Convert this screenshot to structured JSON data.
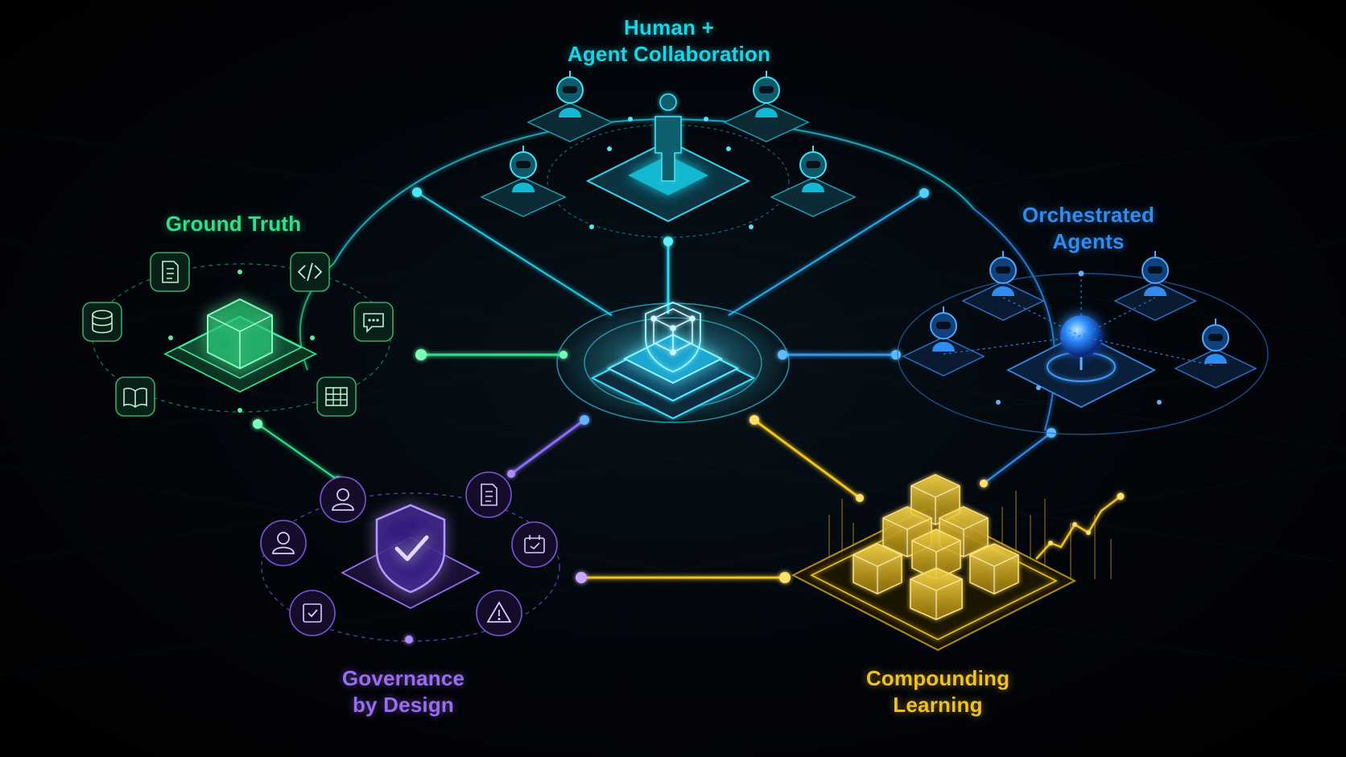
{
  "nodes": {
    "collaboration": {
      "title_line1": "Human +",
      "title_line2": "Agent Collaboration",
      "color": "#19d6e6"
    },
    "ground_truth": {
      "title": "Ground Truth",
      "color": "#2fe08a",
      "icons": [
        "document-icon",
        "code-icon",
        "database-icon",
        "chat-icon",
        "book-icon",
        "table-icon",
        "cube-icon"
      ]
    },
    "orchestrated": {
      "title_line1": "Orchestrated",
      "title_line2": "Agents",
      "color": "#2f8cf0",
      "icons": [
        "robot-icon",
        "robot-icon",
        "robot-icon",
        "robot-icon",
        "orb-icon"
      ]
    },
    "governance": {
      "title_line1": "Governance",
      "title_line2": "by Design",
      "color": "#9a6cf0",
      "icons": [
        "user-icon",
        "document-icon",
        "user-icon",
        "policy-icon",
        "checkbox-icon",
        "warning-icon",
        "shield-check-icon"
      ]
    },
    "learning": {
      "title_line1": "Compounding",
      "title_line2": "Learning",
      "color": "#f0c21e",
      "icons": [
        "cubes-icon",
        "trend-chart-icon"
      ]
    },
    "hub": {
      "color": "#35c8ff",
      "icons": [
        "shield-icon",
        "cube-icon"
      ]
    }
  },
  "colors": {
    "background": "#000000",
    "cyan": "#19d6e6",
    "blue": "#2f8cf0",
    "green": "#2fe08a",
    "purple": "#9a6cf0",
    "yellow": "#f0c21e"
  }
}
